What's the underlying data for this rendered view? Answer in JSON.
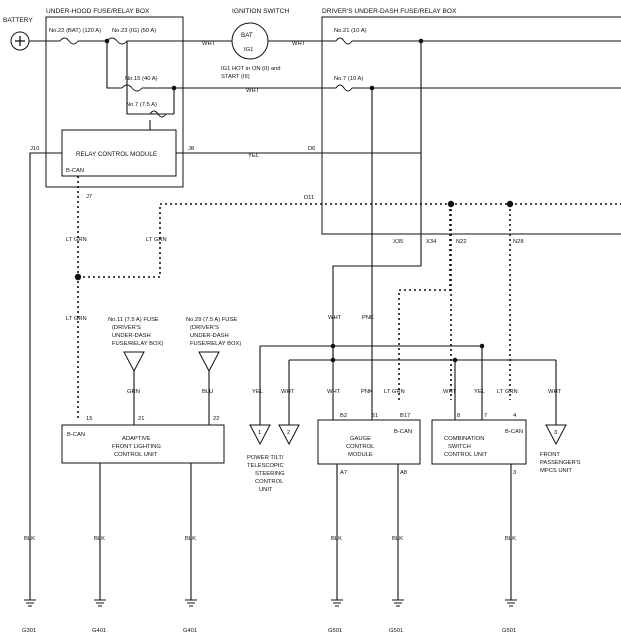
{
  "battery": "BATTERY",
  "boxes": {
    "under_hood": "UNDER-HOOD FUSE/RELAY BOX",
    "ignition": "IGNITION SWITCH",
    "under_dash": "DRIVER'S UNDER-DASH FUSE/RELAY BOX"
  },
  "ignition": {
    "bat": "BAT",
    "ig1": "IG1",
    "note_1": "IG1 HOT in ON (II) and",
    "note_2": "START (III)"
  },
  "fuses": {
    "f22": "No.22 (BAT) (120 A)",
    "f23": "No.23 (IG) (50 A)",
    "f15": "No.15 (40 A)",
    "f7uh": "No.7 (7.5 A)",
    "f21": "No.21 (10 A)",
    "f7ud": "No.7 (10 A)"
  },
  "relay": {
    "name": "RELAY CONTROL MODULE",
    "bcan": "B-CAN"
  },
  "connectors": {
    "j10": "J10",
    "j8": "J8",
    "j7": "J7",
    "d6": "D6",
    "d11": "D11",
    "x35": "X35",
    "x34": "X34",
    "n22": "N22",
    "n28": "N28"
  },
  "wires": {
    "wht": "WHT",
    "yel": "YEL",
    "ltgrn": "LT GRN",
    "pnk": "PNK",
    "grn": "GRN",
    "blu": "BLU",
    "blk": "BLK"
  },
  "fuse_notes": {
    "n11": [
      "No.11 (7.5 A) FUSE",
      "(DRIVER'S",
      "UNDER-DASH",
      "FUSE/RELAY BOX)"
    ],
    "n29": [
      "No.29 (7.5 A) FUSE",
      "(DRIVER'S",
      "UNDER-DASH",
      "FUSE/RELAY BOX)"
    ]
  },
  "units": {
    "afl": {
      "bcan": "B-CAN",
      "name_1": "ADAPTIVE",
      "name_2": "FRONT LIGHTING",
      "name_3": "CONTROL UNIT",
      "p15": "15",
      "p21": "21",
      "p22": "22"
    },
    "gauge": {
      "bcan": "B-CAN",
      "name_1": "GAUGE",
      "name_2": "CONTROL",
      "name_3": "MODULE",
      "b2": "B2",
      "b1": "B1",
      "b17": "B17",
      "a7": "A7",
      "a8": "A8"
    },
    "combo": {
      "bcan": "B-CAN",
      "name_1": "COMBINATION",
      "name_2": "SWITCH",
      "name_3": "CONTROL UNIT",
      "p8": "8",
      "p7": "7",
      "p4": "4",
      "p3": "3"
    },
    "power_tilt": {
      "t1": "1",
      "t2": "2",
      "name_1": "POWER TILT/",
      "name_2": "TELESCOPIC",
      "name_3": "STEERING",
      "name_4": "CONTROL",
      "name_5": "UNIT"
    },
    "mpcs": {
      "t3": "3",
      "name_1": "FRONT",
      "name_2": "PASSENGER'S",
      "name_3": "MPCS UNIT"
    }
  },
  "grounds": {
    "g301": "G301",
    "g401a": "G401",
    "g401b": "G401",
    "g501a": "G501",
    "g501b": "G501",
    "g501c": "G501"
  }
}
